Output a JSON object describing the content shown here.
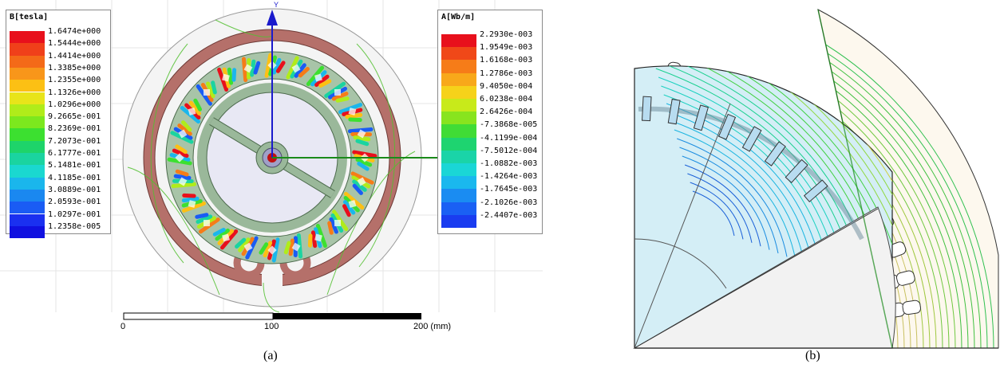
{
  "panel_a": {
    "legend_b": {
      "title": "B[tesla]",
      "entries": [
        {
          "value": "1.6474e+000",
          "color": "#e8101c"
        },
        {
          "value": "1.5444e+000",
          "color": "#f0401a"
        },
        {
          "value": "1.4414e+000",
          "color": "#f46a18"
        },
        {
          "value": "1.3385e+000",
          "color": "#f8961a"
        },
        {
          "value": "1.2355e+000",
          "color": "#fcc014"
        },
        {
          "value": "1.1326e+000",
          "color": "#e8e41a"
        },
        {
          "value": "1.0296e+000",
          "color": "#b0ec1a"
        },
        {
          "value": "9.2665e-001",
          "color": "#7ce81e"
        },
        {
          "value": "8.2369e-001",
          "color": "#3ce030"
        },
        {
          "value": "7.2073e-001",
          "color": "#1ed46a"
        },
        {
          "value": "6.1777e-001",
          "color": "#1ad4a0"
        },
        {
          "value": "5.1481e-001",
          "color": "#1ad8d0"
        },
        {
          "value": "4.1185e-001",
          "color": "#1ab6ec"
        },
        {
          "value": "3.0889e-001",
          "color": "#1a88f0"
        },
        {
          "value": "2.0593e-001",
          "color": "#1a5cf4"
        },
        {
          "value": "1.0297e-001",
          "color": "#1a30f0"
        },
        {
          "value": "1.2358e-005",
          "color": "#1010e0"
        }
      ]
    },
    "legend_a": {
      "title": "A[Wb/m]",
      "entries": [
        {
          "value": "2.2930e-003",
          "color": "#e8101c"
        },
        {
          "value": "1.9549e-003",
          "color": "#f04818"
        },
        {
          "value": "1.6168e-003",
          "color": "#f67c18"
        },
        {
          "value": "1.2786e-003",
          "color": "#f8a81a"
        },
        {
          "value": "9.4050e-004",
          "color": "#f6d21a"
        },
        {
          "value": "6.0238e-004",
          "color": "#c8ea1a"
        },
        {
          "value": "2.6426e-004",
          "color": "#88e41e"
        },
        {
          "value": "-7.3868e-005",
          "color": "#40dc36"
        },
        {
          "value": "-4.1199e-004",
          "color": "#1ed470"
        },
        {
          "value": "-7.5012e-004",
          "color": "#1ad4a8"
        },
        {
          "value": "-1.0882e-003",
          "color": "#1ad6d6"
        },
        {
          "value": "-1.4264e-003",
          "color": "#1ab8ee"
        },
        {
          "value": "-1.7645e-003",
          "color": "#1a8cf2"
        },
        {
          "value": "-2.1026e-003",
          "color": "#1a60f4"
        },
        {
          "value": "-2.4407e-003",
          "color": "#1a3cf0"
        }
      ]
    },
    "scale_bar": {
      "labels": [
        "0",
        "100",
        "200 (mm)"
      ]
    },
    "axis_y_label": "Y",
    "caption": "(a)"
  },
  "panel_b": {
    "caption": "(b)"
  },
  "colors": {
    "rotor_ring": "#b5706a",
    "stator_fill": "#9ab89a",
    "shaft": "#c01010",
    "axis_blue": "#1a1acc",
    "axis_green": "#1a8a1a"
  }
}
